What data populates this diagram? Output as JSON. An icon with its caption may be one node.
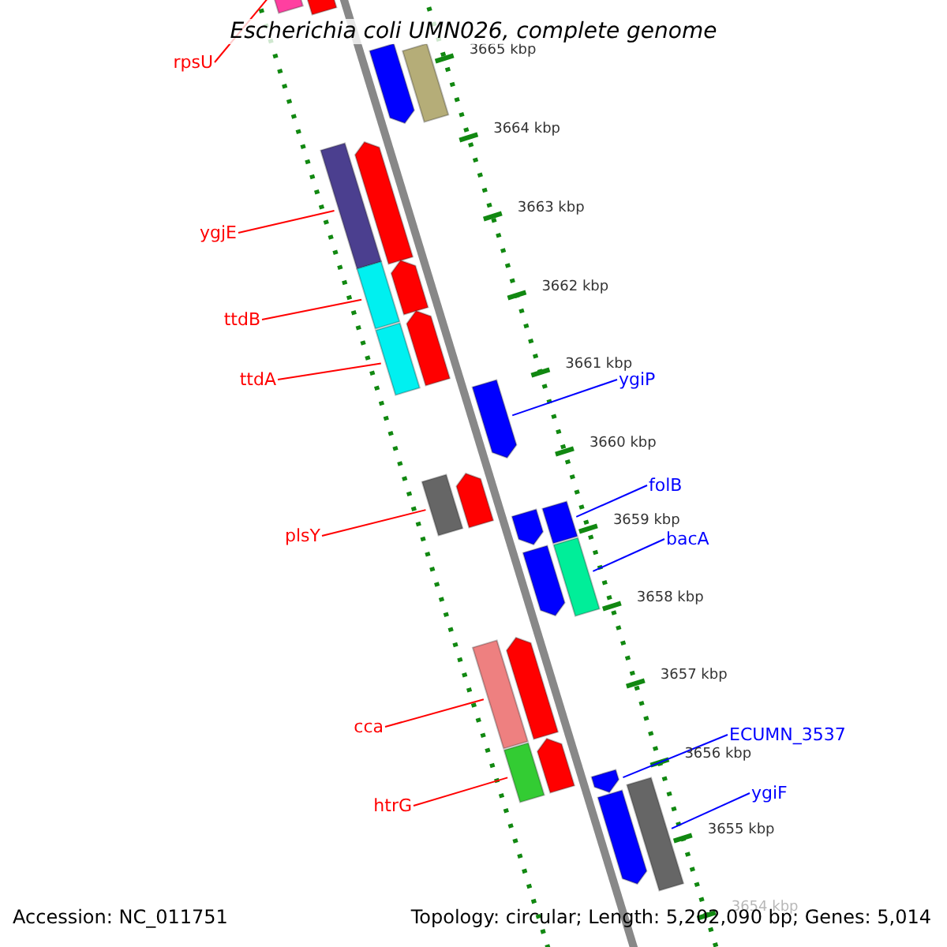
{
  "diagram": {
    "title": "Escherichia coli UMN026, complete genome",
    "nodes": [
      {
        "text": [
          "rpsU"
        ]
      },
      {
        "text": [
          "ygjE"
        ]
      },
      {
        "text": [
          "ttdB"
        ]
      },
      {
        "text": [
          "ttdA"
        ]
      },
      {
        "text": [
          "ygiP"
        ]
      },
      {
        "text": [
          "folB"
        ]
      },
      {
        "text": [
          "plsY"
        ]
      },
      {
        "text": [
          "bacA"
        ]
      },
      {
        "text": [
          "cca"
        ]
      },
      {
        "text": [
          "ECUMN_3537"
        ]
      },
      {
        "text": [
          "ygiF"
        ]
      },
      {
        "text": [
          "htrG"
        ]
      },
      {
        "text": [],
        "shape": "bar"
      },
      {
        "text": [],
        "shape": "bar"
      },
      {
        "text": [],
        "shape": "bar"
      },
      {
        "text": [],
        "shape": "bar"
      },
      {
        "text": [],
        "shape": "bar"
      },
      {
        "text": [],
        "shape": "bar"
      },
      {
        "text": [],
        "shape": "bar"
      },
      {
        "text": [],
        "shape": "bar"
      },
      {
        "text": [],
        "shape": "bar"
      },
      {
        "text": [],
        "shape": "bar"
      },
      {
        "text": [],
        "shape": "bar"
      },
      {
        "text": [],
        "shape": "bar"
      },
      {
        "text": [],
        "shape": "bar"
      },
      {
        "text": [],
        "shape": "bar"
      },
      {
        "text": [],
        "shape": "bar"
      },
      {
        "text": [],
        "shape": "bar"
      },
      {
        "text": [],
        "shape": "bar"
      },
      {
        "text": [],
        "shape": "bar"
      },
      {
        "text": [],
        "shape": "bar"
      },
      {
        "text": [],
        "shape": "bar"
      },
      {
        "text": [],
        "shape": "bar"
      },
      {
        "text": [],
        "shape": "bar"
      },
      {
        "text": [],
        "shape": "bar"
      },
      {
        "text": [],
        "shape": "bar"
      }
    ],
    "edges": [
      {
        "from": 0,
        "to": 12,
        "arrow": "none"
      },
      {
        "from": 1,
        "to": 17,
        "arrow": "none"
      },
      {
        "from": 2,
        "to": 19,
        "arrow": "none"
      },
      {
        "from": 3,
        "to": 21,
        "arrow": "none"
      },
      {
        "from": 4,
        "to": 22,
        "arrow": "none",
        "color": "#0000ff"
      },
      {
        "from": 5,
        "to": 25,
        "arrow": "none",
        "color": "#0000ff"
      },
      {
        "from": 6,
        "to": 24,
        "arrow": "none"
      },
      {
        "from": 7,
        "to": 27,
        "arrow": "none",
        "color": "#0000ff"
      },
      {
        "from": 8,
        "to": 30,
        "arrow": "none"
      },
      {
        "from": 9,
        "to": 33,
        "arrow": "none",
        "color": "#0000ff"
      },
      {
        "from": 10,
        "to": 34,
        "arrow": "none",
        "color": "#0000ff"
      },
      {
        "from": 11,
        "to": 32,
        "arrow": "none"
      }
    ],
    "labels": [
      "3665 kbp",
      "3664 kbp",
      "3663 kbp",
      "3662 kbp",
      "3661 kbp",
      "3660 kbp",
      "3659 kbp",
      "3658 kbp",
      "3657 kbp",
      "3656 kbp",
      "3655 kbp",
      "3654 kbp",
      "Accession: NC_011751",
      "Topology: circular; Length: 5,202,090 bp; Genes: 5,014"
    ]
  }
}
